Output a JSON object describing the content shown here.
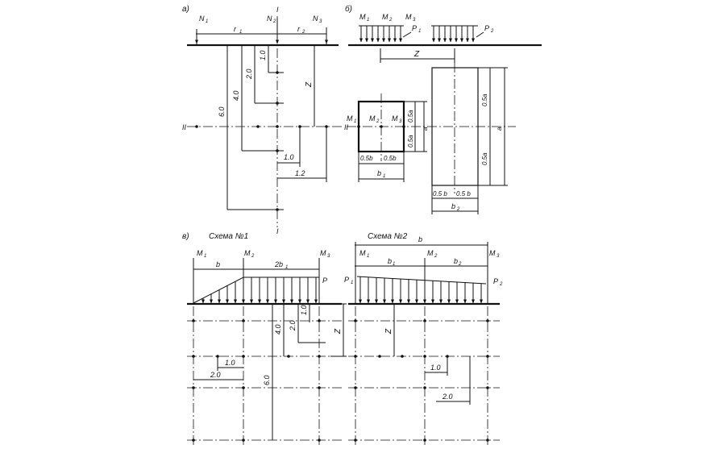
{
  "panel_a": {
    "label": "а)",
    "N1": "N",
    "N1s": "1",
    "N2": "N",
    "N2s": "2",
    "N3": "N",
    "N3s": "3",
    "r1": "r",
    "r1s": "1",
    "r2": "r",
    "r2s": "2",
    "axis_I": "I",
    "axis_II": "II",
    "d10": "1.0",
    "d20": "2.0",
    "d40": "4.0",
    "d60": "6.0",
    "dZ": "Z",
    "h10": "1.0",
    "h12": "1.2"
  },
  "panel_b": {
    "label": "б)",
    "M": "M",
    "s1": "1",
    "s2": "2",
    "s3": "3",
    "P": "P",
    "Z": "Z",
    "half_a1": "0.5a",
    "a": "a",
    "half_b1": "0.5b",
    "b": "b",
    "half_a2": "0.5a",
    "half_b2": "0.5 b",
    "axis_II": "II"
  },
  "panel_v": {
    "label": "в)",
    "scheme1": "Схема №1",
    "scheme2": "Схема №2",
    "M": "M",
    "s1": "1",
    "s2": "2",
    "s3": "3",
    "b": "b",
    "twob": "2b",
    "P": "P",
    "d10": "1.0",
    "d20": "2.0",
    "d40": "4.0",
    "d60": "6.0",
    "Z": "Z",
    "h10": "1.0",
    "h20": "2.0",
    "s2_b": "b",
    "s2_h10": "1.0",
    "s2_h20": "2.0"
  }
}
